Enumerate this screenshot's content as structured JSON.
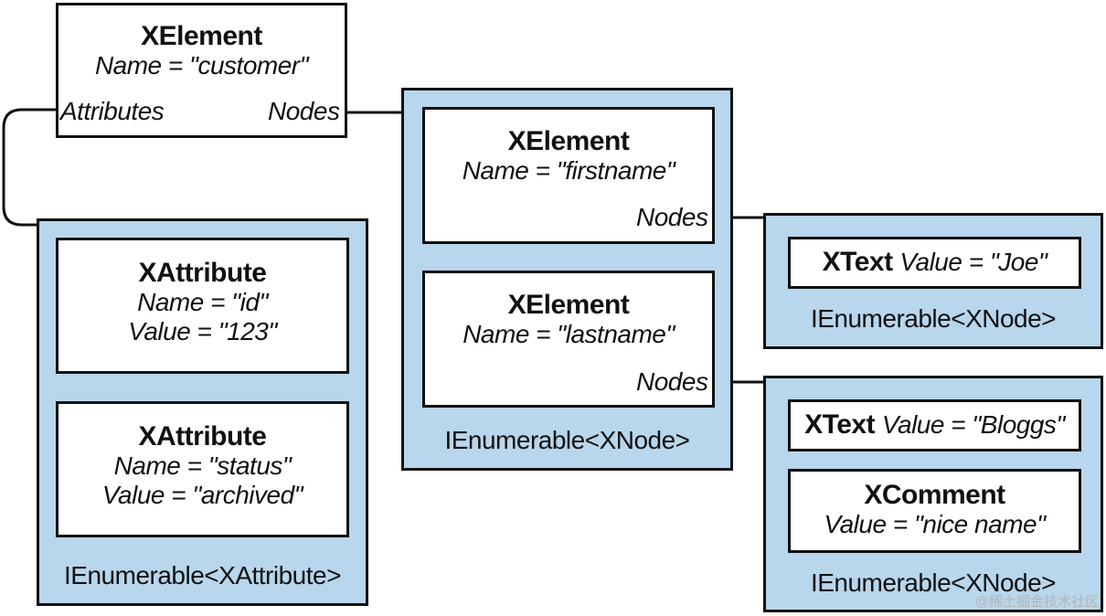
{
  "colors": {
    "panel_fill": "#b8d6ec",
    "border": "#111111",
    "box_fill": "#ffffff"
  },
  "root": {
    "title": "XElement",
    "name": "Name = \"customer\"",
    "attributes_port": "Attributes",
    "nodes_port": "Nodes"
  },
  "attributes_panel": {
    "caption": "IEnumerable<XAttribute>",
    "items": [
      {
        "title": "XAttribute",
        "name": "Name = \"id\"",
        "value": "Value = \"123\""
      },
      {
        "title": "XAttribute",
        "name": "Name = \"status\"",
        "value": "Value = \"archived\""
      }
    ]
  },
  "nodes_panel": {
    "caption": "IEnumerable<XNode>",
    "items": [
      {
        "title": "XElement",
        "name": "Name = \"firstname\"",
        "port": "Nodes"
      },
      {
        "title": "XElement",
        "name": "Name = \"lastname\"",
        "port": "Nodes"
      }
    ]
  },
  "firstname_nodes": {
    "caption": "IEnumerable<XNode>",
    "text": {
      "title": "XText",
      "value": "Value = \"Joe\""
    }
  },
  "lastname_nodes": {
    "caption": "IEnumerable<XNode>",
    "text": {
      "title": "XText",
      "value": "Value = \"Bloggs\""
    },
    "comment": {
      "title": "XComment",
      "value": "Value = \"nice name\""
    }
  },
  "watermark": "@稀土掘金技术社区"
}
